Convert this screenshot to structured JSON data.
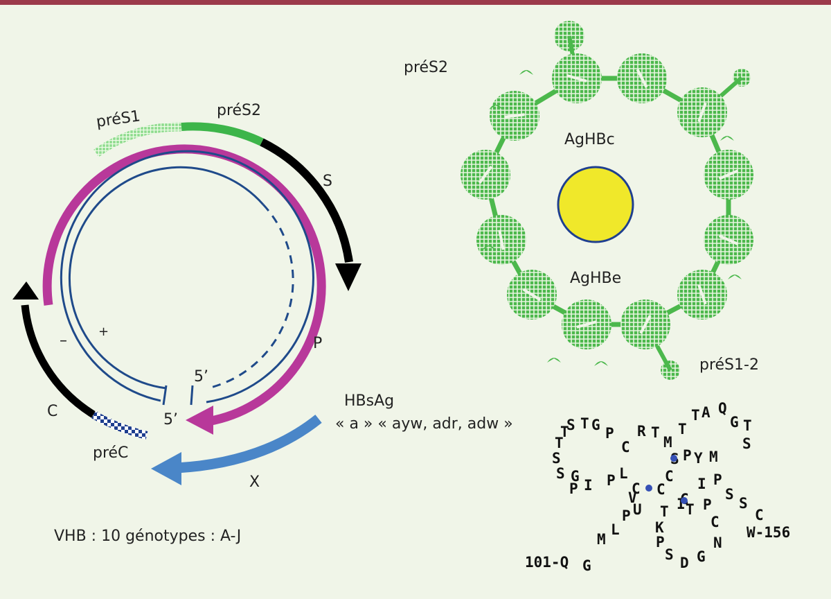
{
  "colors": {
    "background": "#f0f5e8",
    "top_rule": "#9b3a4a",
    "pres1": "#6fcf6f",
    "pres2": "#3db54a",
    "s_arrow": "#000000",
    "p_arrow": "#b8389a",
    "x_arrow": "#4a86c8",
    "dna_strand": "#1f4a8a",
    "subunit": "#4cb84c",
    "core": "#f0e82a"
  },
  "genome": {
    "label_pres1": "préS1",
    "label_pres2": "préS2",
    "label_s": "S",
    "label_p": "P",
    "label_x": "X",
    "label_c": "C",
    "label_prec": "préC",
    "label_minus": "–",
    "label_plus": "+",
    "label_5prime_inner": "5’",
    "label_5prime_outer": "5’",
    "caption": "VHB : 10 génotypes : A-J"
  },
  "particle": {
    "label_pres2": "préS2",
    "label_core": "AgHBc",
    "label_e": "AgHBe",
    "label_pres12": "préS1-2"
  },
  "hbsag": {
    "title": "HBsAg",
    "subtitle": "« a » « ayw, adr, adw »",
    "start_label": "101-Q",
    "end_label": "W-156",
    "residues": [
      "G",
      "M",
      "L",
      "P",
      "U",
      "V",
      "C",
      "P",
      "L",
      "I",
      "P",
      "G",
      "S",
      "S",
      "T",
      "T",
      "S",
      "T",
      "G",
      "P",
      "C",
      "R",
      "T",
      "M",
      "T",
      "T",
      "A",
      "Q",
      "G",
      "T",
      "S",
      "M",
      "Y",
      "P",
      "S",
      "C",
      "C",
      "I",
      "P",
      "I",
      "P",
      "S",
      "S",
      "C",
      "T",
      "C",
      "N",
      "G",
      "D",
      "S",
      "P",
      "K",
      "T",
      "C"
    ]
  }
}
